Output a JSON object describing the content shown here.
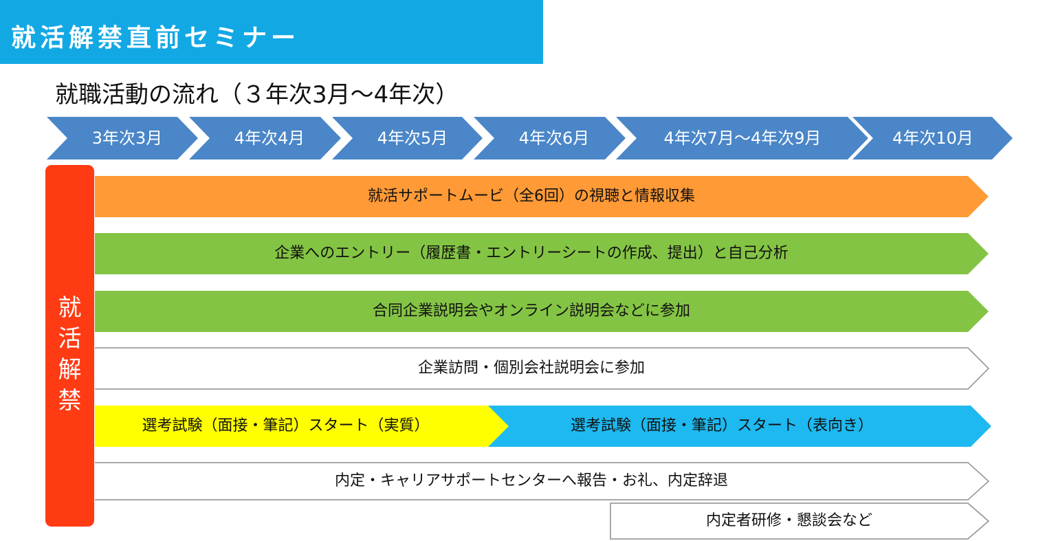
{
  "header": {
    "title": "就活解禁直前セミナー",
    "color": "#12a8e4"
  },
  "subtitle": "就職活動の流れ（３年次3月～4年次）",
  "kaikin": {
    "chars": [
      "就",
      "活",
      "解",
      "禁"
    ],
    "color": "#ff3b14"
  },
  "periods": [
    "3年次3月",
    "4年次4月",
    "4年次5月",
    "4年次6月",
    "4年次7月～4年次9月",
    "4年次10月"
  ],
  "period_color": "#4a86c8",
  "activities": {
    "support_movie": {
      "label": "就活サポートムービ（全6回）の視聴と情報収集",
      "color": "#ff9a36"
    },
    "entry": {
      "label": "企業へのエントリー（履歴書・エントリーシートの作成、提出）と自己分析",
      "color": "#84c444"
    },
    "seminar": {
      "label": "合同企業説明会やオンライン説明会などに参加",
      "color": "#84c444"
    },
    "company_visit": {
      "label": "企業訪問・個別会社説明会に参加",
      "color": "#ffffff"
    },
    "selection_actual": {
      "label": "選考試験（面接・筆記）スタート（実質）",
      "color": "#ffff00"
    },
    "selection_official": {
      "label": "選考試験（面接・筆記）スタート（表向き）",
      "color": "#1eb9f0"
    },
    "report": {
      "label": "内定・キャリアサポートセンターへ報告・お礼、内定辞退",
      "color": "#ffffff"
    },
    "training": {
      "label": "内定者研修・懇談会など",
      "color": "#ffffff"
    }
  }
}
